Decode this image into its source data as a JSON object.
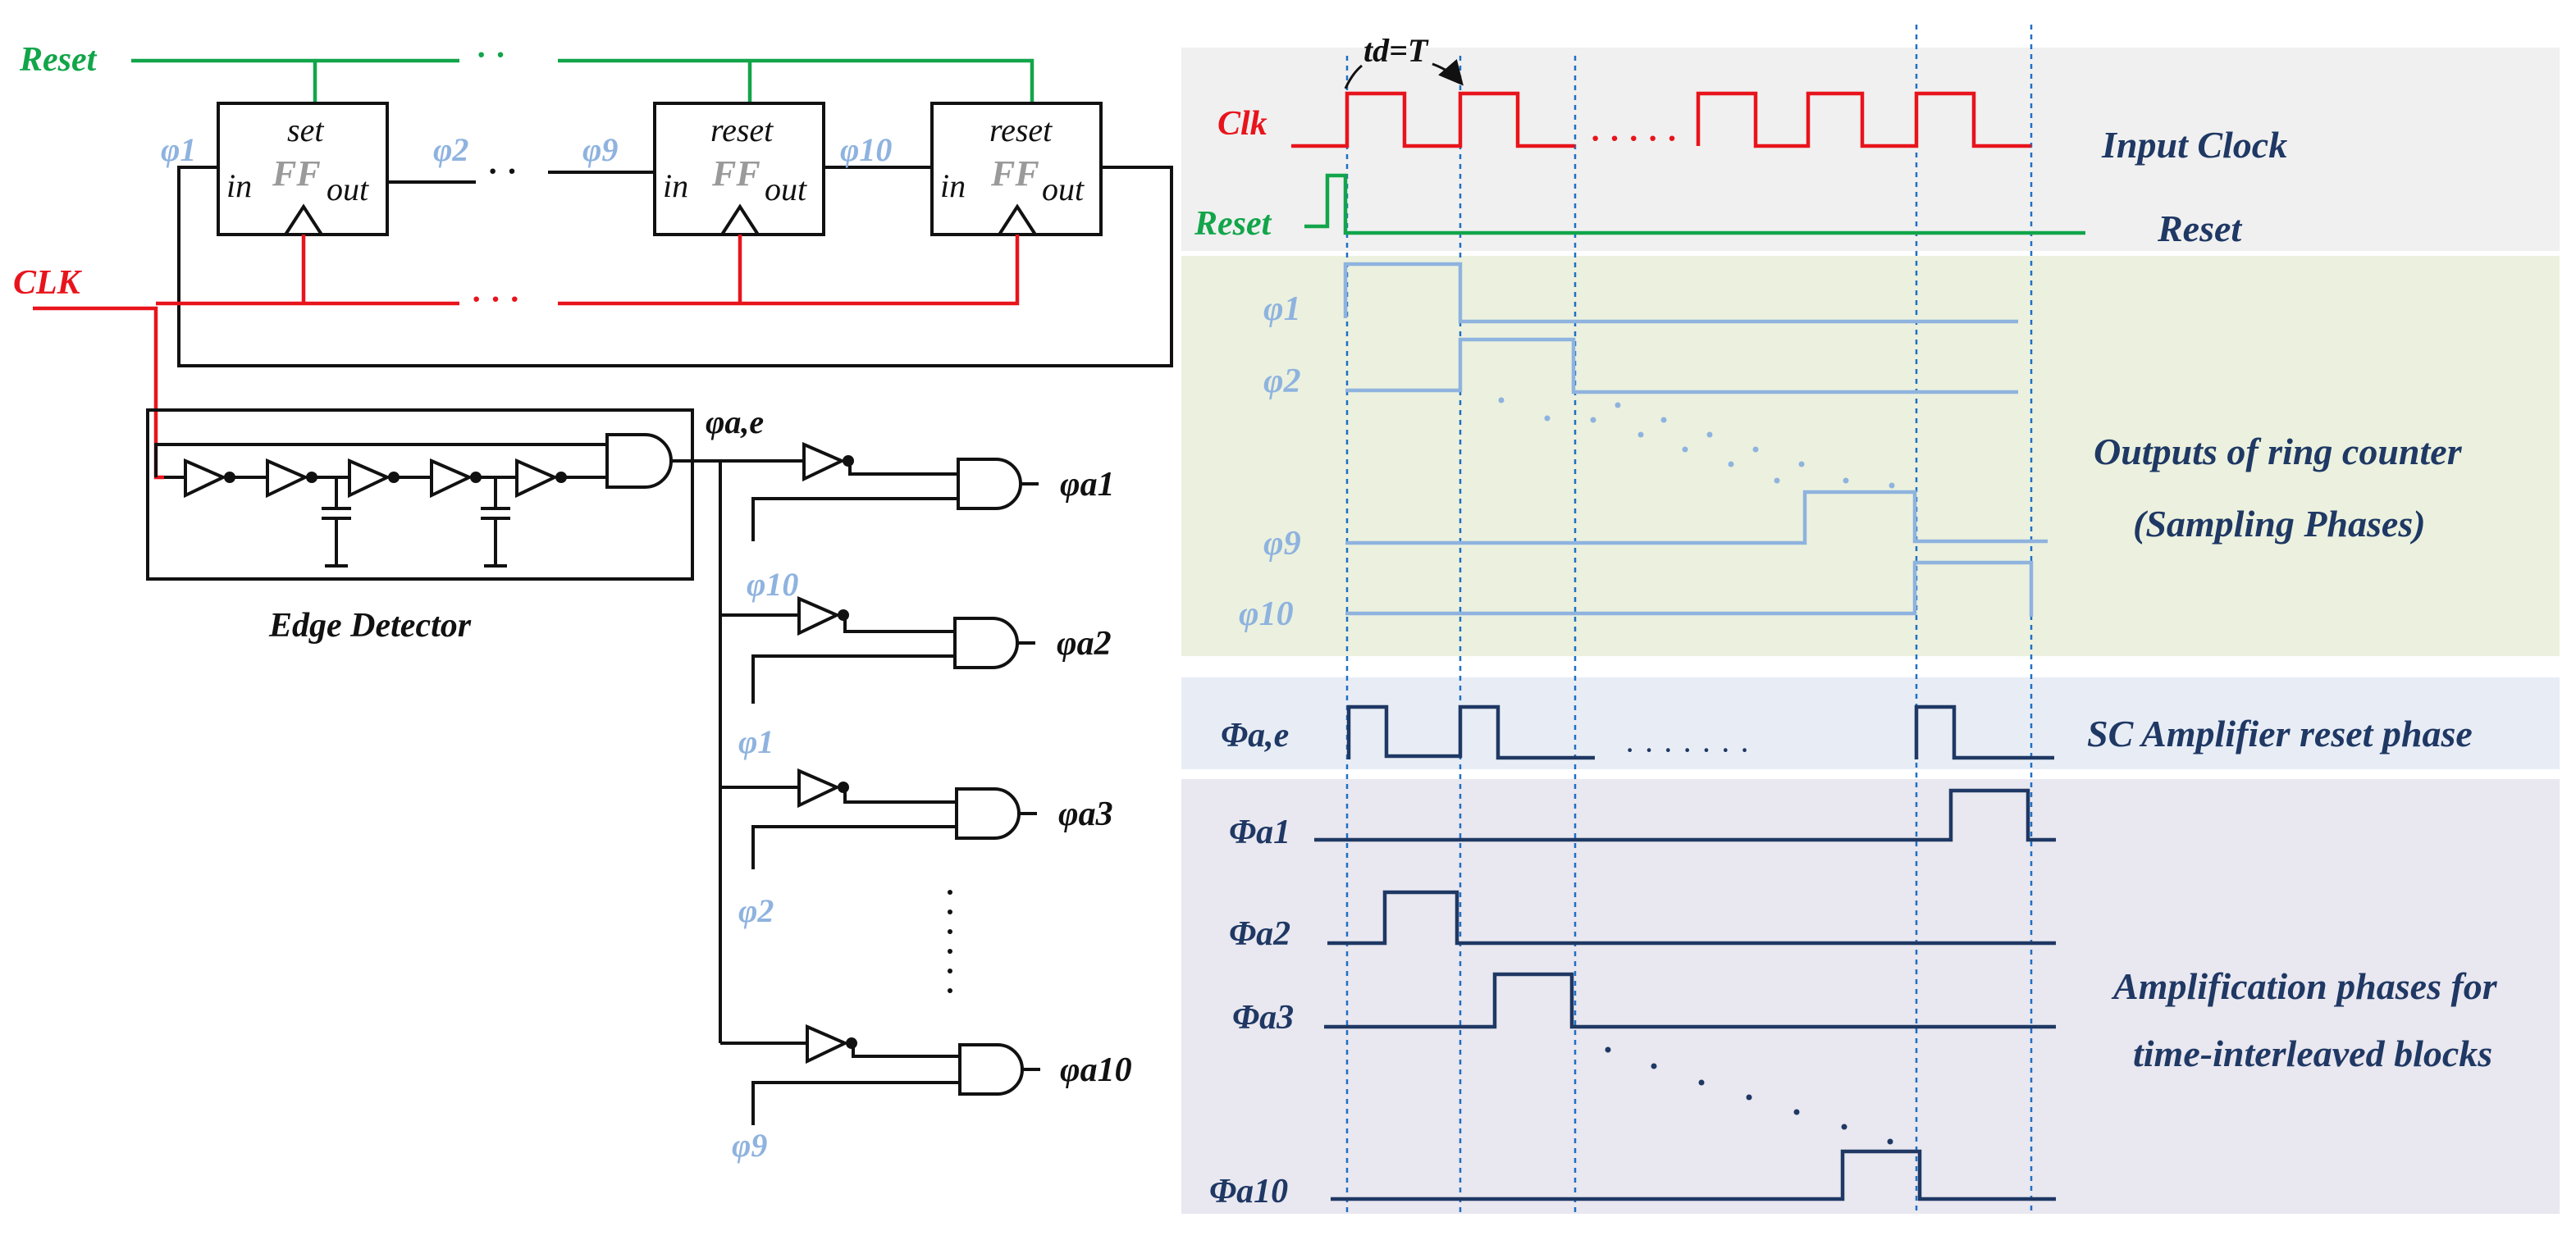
{
  "colors": {
    "red": "#e8141c",
    "green": "#12a54a",
    "black": "#111111",
    "lightblue": "#8fb3df",
    "navy": "#1f3864",
    "gray": "#9a9a9a",
    "panel_gray": "#f0f0f0",
    "panel_green": "#ebf1de",
    "panel_blue": "#e8edf5",
    "panel_purple": "#e9e7ef",
    "grid_blue": "#1f6fc4"
  },
  "circuit": {
    "reset_label": "Reset",
    "clk_label": "CLK",
    "ff_label": "FF",
    "ff_in": "in",
    "ff_out": "out",
    "ff1_type": "set",
    "ff9_type": "reset",
    "ff10_type": "reset",
    "phi1": "φ1",
    "phi2": "φ2",
    "phi9": "φ9",
    "phi10": "φ10",
    "ellipsis": "· ·",
    "edge_detector_label": "Edge Detector",
    "phi_ae_label": "φa,e",
    "gate_inputs": [
      "φ10",
      "φ1",
      "φ2",
      "φ9"
    ],
    "outputs": [
      "φa1",
      "φa2",
      "φa3",
      "φa10"
    ],
    "vertical_dots": "⋮"
  },
  "timing": {
    "td_label": "td=T",
    "clk_label": "Clk",
    "reset_left_label": "Reset",
    "input_clock_label": "Input Clock",
    "reset_right_label": "Reset",
    "ring_labels": [
      "φ1",
      "φ2",
      "φ9",
      "φ10"
    ],
    "ring_title_1": "Outputs of ring counter",
    "ring_title_2": "(Sampling Phases)",
    "amp_reset_signal": "Φa,e",
    "amp_reset_title": "SC Amplifier reset phase",
    "amp_signals": [
      "Φa1",
      "Φa2",
      "Φa3",
      "Φa10"
    ],
    "amp_title_1": "Amplification phases for",
    "amp_title_2": "time-interleaved blocks"
  }
}
